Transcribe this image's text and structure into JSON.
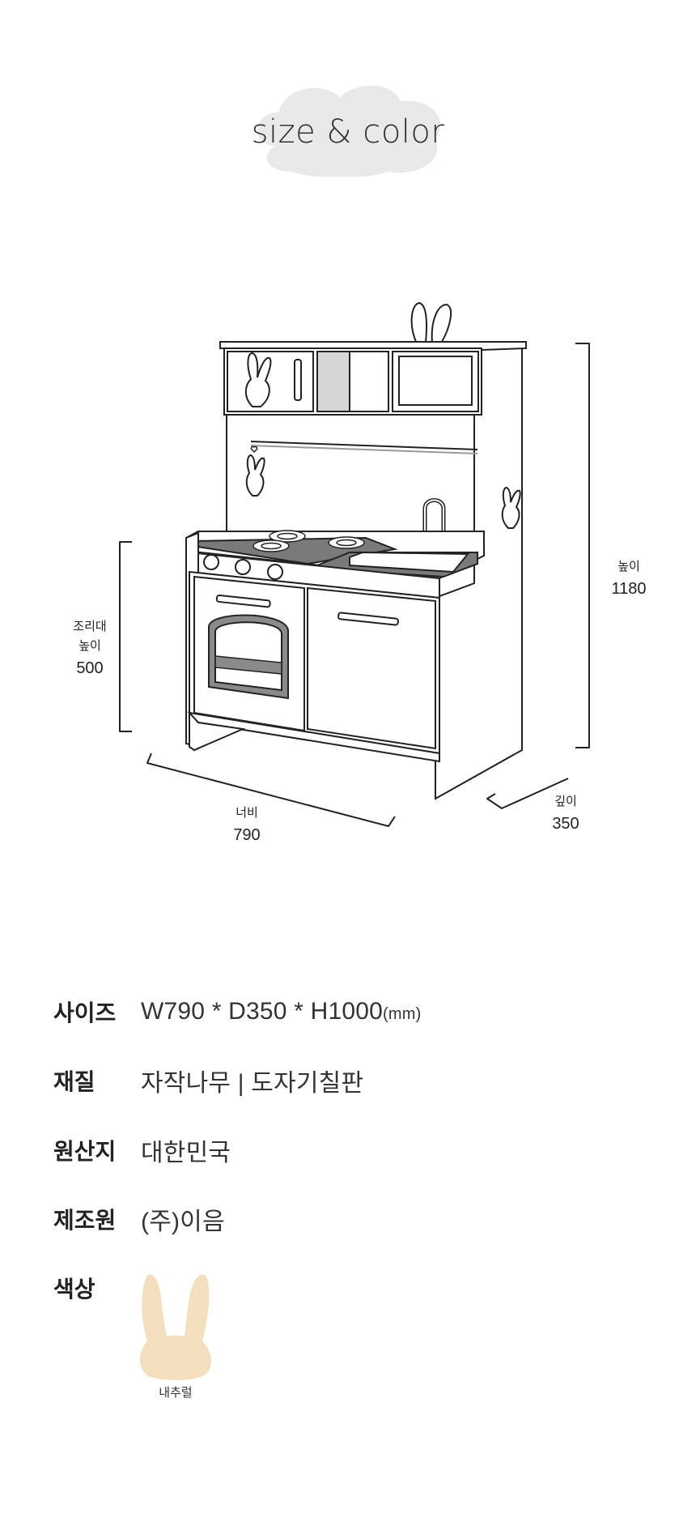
{
  "header": {
    "title": "size & color"
  },
  "dimensions": {
    "height": {
      "label": "높이",
      "value": "1180"
    },
    "counter_height": {
      "label_line1": "조리대",
      "label_line2": "높이",
      "value": "500"
    },
    "width": {
      "label": "너비",
      "value": "790"
    },
    "depth": {
      "label": "깊이",
      "value": "350"
    }
  },
  "specs": {
    "size": {
      "label": "사이즈",
      "value": "W790 * D350 * H1000",
      "unit": "(mm)"
    },
    "material": {
      "label": "재질",
      "value": "자작나무 | 도자기칠판"
    },
    "origin": {
      "label": "원산지",
      "value": "대한민국"
    },
    "maker": {
      "label": "제조원",
      "value": "(주)이음"
    },
    "color": {
      "label": "색상"
    }
  },
  "colors": [
    {
      "name": "내추럴",
      "hex": "#f3dfbd"
    }
  ],
  "icons": {
    "swatch": "bunny-head-icon",
    "header_bg": "cloud-icon"
  }
}
